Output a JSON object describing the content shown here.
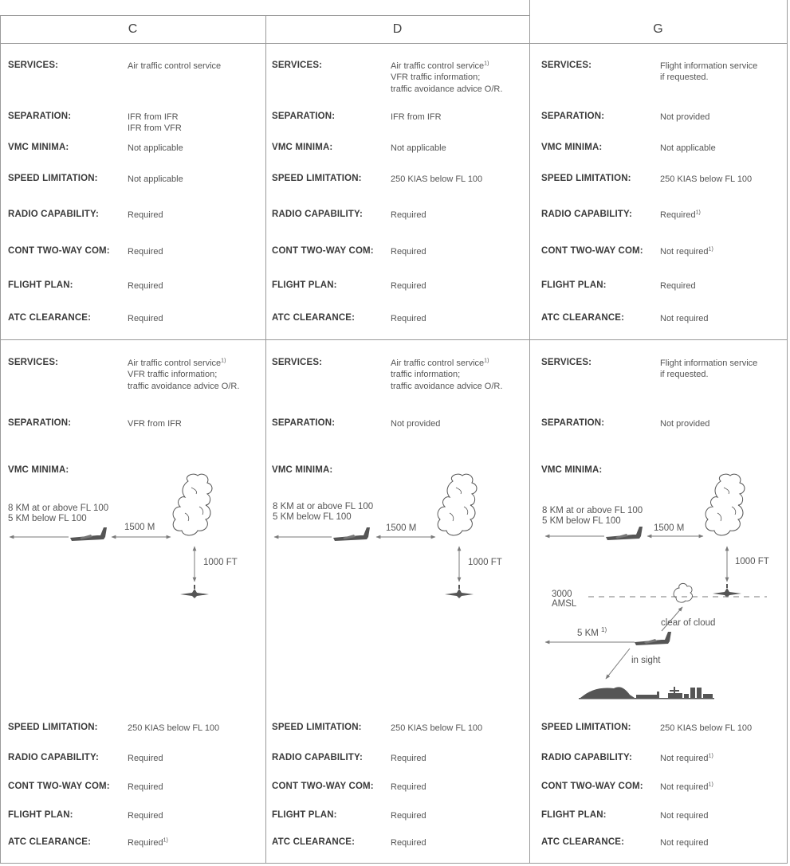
{
  "columns": [
    {
      "header": "C"
    },
    {
      "header": "D"
    },
    {
      "header": "G"
    }
  ],
  "upper": {
    "C": [
      {
        "label": "SERVICES:",
        "lines": [
          "Air traffic control service"
        ]
      },
      {
        "label": "SEPARATION:",
        "lines": [
          "IFR from IFR",
          "IFR from VFR"
        ]
      },
      {
        "label": "VMC MINIMA:",
        "lines": [
          "Not applicable"
        ]
      },
      {
        "label": "SPEED LIMITATION:",
        "lines": [
          "Not applicable"
        ]
      },
      {
        "label": "RADIO CAPABILITY:",
        "lines": [
          "Required"
        ]
      },
      {
        "label": "CONT TWO-WAY COM:",
        "lines": [
          "Required"
        ]
      },
      {
        "label": "FLIGHT PLAN:",
        "lines": [
          "Required"
        ]
      },
      {
        "label": "ATC CLEARANCE:",
        "lines": [
          "Required"
        ]
      }
    ],
    "D": [
      {
        "label": "SERVICES:",
        "lines": [
          "Air traffic control service",
          "VFR traffic information;",
          "traffic avoidance advice O/R."
        ],
        "notes": [
          "1)",
          "",
          ""
        ]
      },
      {
        "label": "SEPARATION:",
        "lines": [
          "IFR from IFR"
        ]
      },
      {
        "label": "VMC MINIMA:",
        "lines": [
          "Not applicable"
        ]
      },
      {
        "label": "SPEED LIMITATION:",
        "lines": [
          "250 KIAS below FL 100"
        ]
      },
      {
        "label": "RADIO CAPABILITY:",
        "lines": [
          "Required"
        ]
      },
      {
        "label": "CONT TWO-WAY COM:",
        "lines": [
          "Required"
        ]
      },
      {
        "label": "FLIGHT PLAN:",
        "lines": [
          "Required"
        ]
      },
      {
        "label": "ATC CLEARANCE:",
        "lines": [
          "Required"
        ]
      }
    ],
    "G": [
      {
        "label": "SERVICES:",
        "lines": [
          "Flight information service",
          "if requested."
        ]
      },
      {
        "label": "SEPARATION:",
        "lines": [
          "Not provided"
        ]
      },
      {
        "label": "VMC MINIMA:",
        "lines": [
          "Not applicable"
        ]
      },
      {
        "label": "SPEED LIMITATION:",
        "lines": [
          "250 KIAS below FL 100"
        ]
      },
      {
        "label": "RADIO CAPABILITY:",
        "lines": [
          "Required"
        ],
        "notes": [
          "1)"
        ]
      },
      {
        "label": "CONT TWO-WAY COM:",
        "lines": [
          "Not required"
        ],
        "notes": [
          "1)"
        ]
      },
      {
        "label": "FLIGHT PLAN:",
        "lines": [
          "Required"
        ]
      },
      {
        "label": "ATC CLEARANCE:",
        "lines": [
          "Not required"
        ]
      }
    ]
  },
  "lower": {
    "C": {
      "services": {
        "label": "SERVICES:",
        "lines": [
          "Air traffic control service",
          "VFR traffic information;",
          "traffic avoidance advice O/R."
        ],
        "notes": [
          "1)",
          "",
          ""
        ]
      },
      "separation": {
        "label": "SEPARATION:",
        "lines": [
          "VFR from IFR"
        ]
      },
      "vmc": {
        "label": "VMC MINIMA:"
      },
      "rest": [
        {
          "label": "SPEED LIMITATION:",
          "lines": [
            "250 KIAS below FL 100"
          ]
        },
        {
          "label": "RADIO CAPABILITY:",
          "lines": [
            "Required"
          ]
        },
        {
          "label": "CONT TWO-WAY COM:",
          "lines": [
            "Required"
          ]
        },
        {
          "label": "FLIGHT PLAN:",
          "lines": [
            "Required"
          ]
        },
        {
          "label": "ATC CLEARANCE:",
          "lines": [
            "Required"
          ],
          "notes": [
            "1)"
          ]
        }
      ]
    },
    "D": {
      "services": {
        "label": "SERVICES:",
        "lines": [
          "Air traffic control service",
          "traffic information;",
          "traffic avoidance advice O/R."
        ],
        "notes": [
          "1)",
          "",
          ""
        ]
      },
      "separation": {
        "label": "SEPARATION:",
        "lines": [
          "Not provided"
        ]
      },
      "vmc": {
        "label": "VMC MINIMA:"
      },
      "rest": [
        {
          "label": "SPEED LIMITATION:",
          "lines": [
            "250 KIAS below FL 100"
          ]
        },
        {
          "label": "RADIO CAPABILITY:",
          "lines": [
            "Required"
          ]
        },
        {
          "label": "CONT TWO-WAY COM:",
          "lines": [
            "Required"
          ]
        },
        {
          "label": "FLIGHT PLAN:",
          "lines": [
            "Required"
          ]
        },
        {
          "label": "ATC CLEARANCE:",
          "lines": [
            "Required"
          ]
        }
      ]
    },
    "G": {
      "services": {
        "label": "SERVICES:",
        "lines": [
          "Flight information service",
          "if requested."
        ]
      },
      "separation": {
        "label": "SEPARATION:",
        "lines": [
          "Not provided"
        ]
      },
      "vmc": {
        "label": "VMC MINIMA:"
      },
      "rest": [
        {
          "label": "SPEED LIMITATION:",
          "lines": [
            "250 KIAS below FL 100"
          ]
        },
        {
          "label": "RADIO CAPABILITY:",
          "lines": [
            "Not required"
          ],
          "notes": [
            "1)"
          ]
        },
        {
          "label": "CONT TWO-WAY COM:",
          "lines": [
            "Not required"
          ],
          "notes": [
            "1)"
          ]
        },
        {
          "label": "FLIGHT PLAN:",
          "lines": [
            "Not required"
          ]
        },
        {
          "label": "ATC CLEARANCE:",
          "lines": [
            "Not required"
          ]
        }
      ]
    }
  },
  "kias_note": "1)",
  "diagram": {
    "vis_high": "8 KM at or above FL 100",
    "vis_low": "5 KM below FL 100",
    "horizontal": "1500 M",
    "vertical": "1000 FT",
    "alt_line": [
      "3000",
      "AMSL"
    ],
    "five_km": "5 KM",
    "five_km_note": "1)",
    "clear_of_cloud": "clear of cloud",
    "in_sight": "in sight"
  },
  "colors": {
    "line": "#8a8a8a",
    "plane": "#555555",
    "cloud_stroke": "#555555",
    "text": "#3a3a3a"
  }
}
